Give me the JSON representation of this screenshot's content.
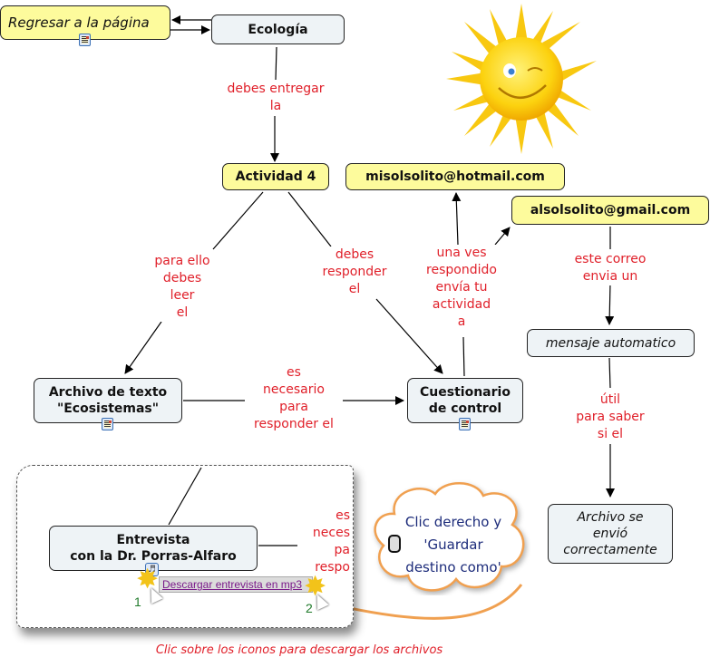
{
  "nodes": {
    "regresar": "Regresar a la página",
    "ecologia": "Ecología",
    "actividad": "Actividad 4",
    "hotmail": "misolsolito@hotmail.com",
    "gmail": "alsolsolito@gmail.com",
    "mensaje": "mensaje automatico",
    "archivo_texto_1": "Archivo de texto",
    "archivo_texto_2": "\"Ecosistemas\"",
    "cuestionario_1": "Cuestionario",
    "cuestionario_2": "de control",
    "archivo_envio_1": "Archivo se",
    "archivo_envio_2": "envió",
    "archivo_envio_3": "correctamente",
    "entrevista_1": "Entrevista",
    "entrevista_2": "con la Dr. Porras-Alfaro"
  },
  "links": {
    "debes_entregar": [
      "debes entregar",
      "la"
    ],
    "para_ello": [
      "para ello",
      "debes",
      "leer",
      "el"
    ],
    "debes_responder": [
      "debes",
      "responder",
      "el"
    ],
    "una_ves": [
      "una ves",
      "respondido",
      "envía tu",
      "actividad",
      "a"
    ],
    "este_correo": [
      "este correo",
      "envia un"
    ],
    "es_necesario": [
      "es",
      "necesario",
      "para",
      "responder el"
    ],
    "util": [
      "útil",
      "para saber",
      "si el"
    ],
    "es_neces_partial": [
      "es",
      "neces",
      "pa",
      "respo"
    ]
  },
  "download": {
    "link_text": "Descargar entrevista en mp3",
    "step1": "1",
    "step2": "2"
  },
  "callout": {
    "line1": "Clic derecho y",
    "line2": "'Guardar",
    "line3": "destino como'"
  },
  "footer": "Clic sobre los iconos para descargar los archivos",
  "icons": {
    "sun": "winking-sun",
    "doc": "document-icon",
    "audio": "speaker-icon",
    "mouse": "mouse-icon"
  },
  "colors": {
    "link_label": "#e0202a",
    "yellow_node": "#fdfb9c",
    "blue_node": "#eef3f6",
    "callout_border": "#f0a050"
  }
}
